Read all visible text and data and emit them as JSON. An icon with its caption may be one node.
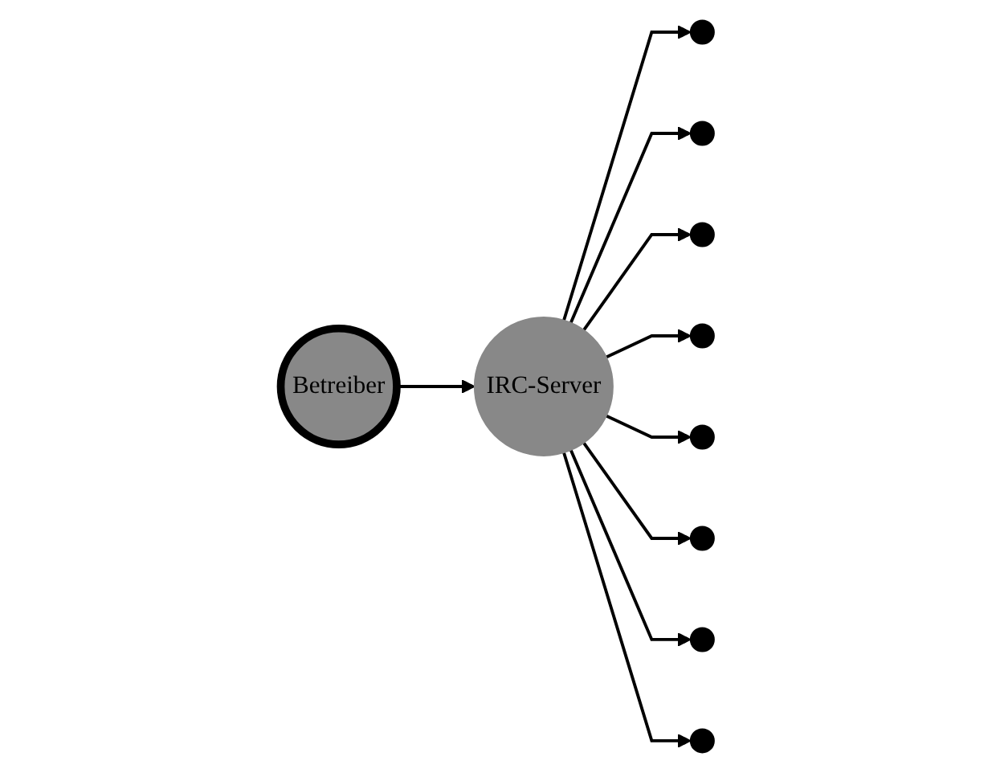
{
  "diagram": {
    "nodes": [
      {
        "text": [
          "IRC-Server"
        ]
      },
      {
        "text": [
          "Betreiber"
        ]
      },
      {
        "text": [],
        "shape": "circle"
      },
      {
        "text": [],
        "shape": "circle"
      },
      {
        "text": [],
        "shape": "circle"
      },
      {
        "text": [],
        "shape": "circle"
      },
      {
        "text": [],
        "shape": "circle"
      },
      {
        "text": [],
        "shape": "circle"
      },
      {
        "text": [],
        "shape": "circle"
      },
      {
        "text": [],
        "shape": "circle"
      }
    ],
    "edges": [
      {
        "from": 1,
        "to": 0,
        "arrow": "to"
      },
      {
        "from": 0,
        "to": 2,
        "arrow": "to"
      },
      {
        "from": 0,
        "to": 3,
        "arrow": "to"
      },
      {
        "from": 0,
        "to": 4,
        "arrow": "to"
      },
      {
        "from": 0,
        "to": 5,
        "arrow": "to"
      },
      {
        "from": 0,
        "to": 6,
        "arrow": "to"
      },
      {
        "from": 0,
        "to": 7,
        "arrow": "to"
      },
      {
        "from": 0,
        "to": 8,
        "arrow": "to"
      },
      {
        "from": 0,
        "to": 9,
        "arrow": "to"
      }
    ]
  }
}
